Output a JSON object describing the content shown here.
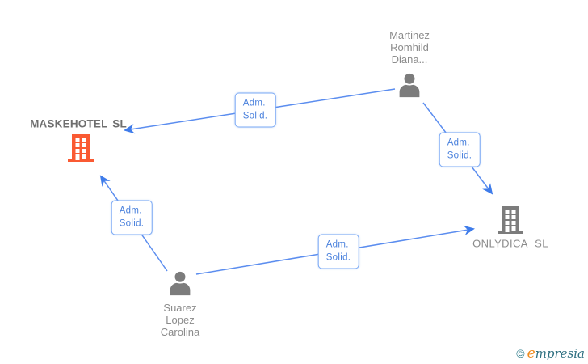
{
  "diagram": {
    "type": "corporate-relationship-graph",
    "background": "#ffffff"
  },
  "colors": {
    "edge_blue": "#5b8def",
    "arrowhead_blue": "#3f7cea",
    "edge_label_border": "#79a8f5",
    "edge_label_text": "#4b82dd",
    "company_highlight_orange": "#fa5a33",
    "node_gray": "#7c7c7c",
    "label_gray": "#8b8b8b",
    "highlight_label_gray": "#6f6f6f",
    "watermark_teal": "#2e7d8c",
    "watermark_orange": "#ef8b1d"
  },
  "nodes": {
    "maskehotel": {
      "label": "MASKEHOTEL SL",
      "type": "company",
      "highlighted": true
    },
    "onlydica": {
      "label": "ONLYDICA SL",
      "type": "company",
      "highlighted": false
    },
    "martinez": {
      "line1": "Martinez",
      "line2": "Romhild",
      "line3": "Diana...",
      "type": "person"
    },
    "suarez": {
      "line1": "Suarez",
      "line2": "Lopez",
      "line3": "Carolina",
      "type": "person"
    }
  },
  "edges": {
    "martinez_to_maskehotel": {
      "line1": "Adm.",
      "line2": "Solid.",
      "from": "Martinez Romhild Diana...",
      "to": "MASKEHOTEL SL"
    },
    "martinez_to_onlydica": {
      "line1": "Adm.",
      "line2": "Solid.",
      "from": "Martinez Romhild Diana...",
      "to": "ONLYDICA SL"
    },
    "suarez_to_maskehotel": {
      "line1": "Adm.",
      "line2": "Solid.",
      "from": "Suarez Lopez Carolina",
      "to": "MASKEHOTEL SL"
    },
    "suarez_to_onlydica": {
      "line1": "Adm.",
      "line2": "Solid.",
      "from": "Suarez Lopez Carolina",
      "to": "ONLYDICA SL"
    }
  },
  "watermark": {
    "copyright": "©",
    "brand_first": "e",
    "brand_rest": "mpresia"
  }
}
